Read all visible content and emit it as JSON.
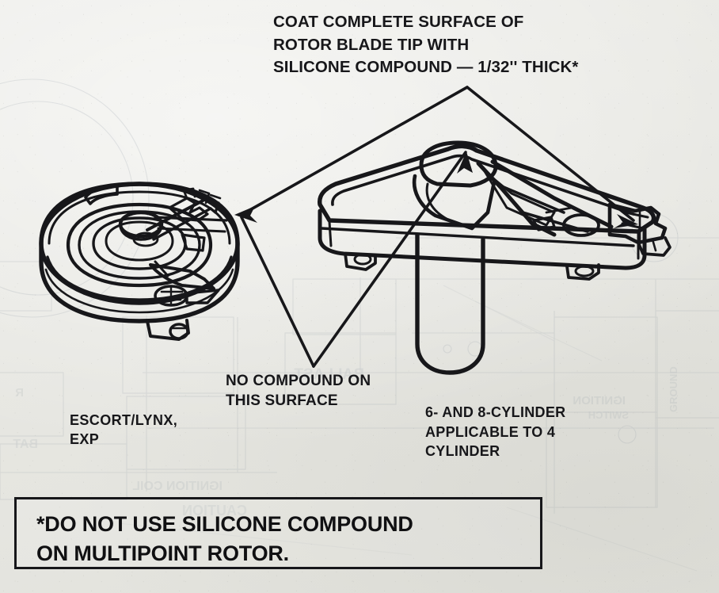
{
  "document": {
    "type": "automotive-service-manual-figure",
    "subject": "Distributor cap and rotor silicone compound application"
  },
  "title": {
    "lines": [
      "COAT COMPLETE SURFACE OF",
      "ROTOR BLADE TIP WITH",
      "SILICONE COMPOUND — 1/32'' THICK*"
    ],
    "text": "COAT COMPLETE SURFACE OF\nROTOR BLADE TIP WITH\nSILICONE COMPOUND — 1/32'' THICK*"
  },
  "callouts": [
    {
      "id": "no-compound",
      "lines": [
        "NO COMPOUND ON",
        "THIS SURFACE"
      ],
      "text": "NO COMPOUND ON\nTHIS SURFACE"
    }
  ],
  "part_labels": [
    {
      "id": "escort-lynx",
      "lines": [
        "ESCORT/LYNX,",
        "EXP"
      ],
      "text": "ESCORT/LYNX,\nEXP",
      "refers_to": "left distributor cap illustration"
    },
    {
      "id": "cylinder-applicability",
      "lines": [
        "6- AND 8-CYLINDER",
        "APPLICABLE TO 4",
        "CYLINDER"
      ],
      "text": "6- AND 8-CYLINDER\nAPPLICABLE TO 4\nCYLINDER",
      "refers_to": "right rotor illustration"
    }
  ],
  "warning": {
    "lines": [
      "*DO NOT USE SILICONE COMPOUND",
      "ON MULTIPOINT ROTOR."
    ],
    "text": "*DO NOT USE SILICONE COMPOUND\nON MULTIPOINT ROTOR."
  },
  "illustrations": [
    {
      "id": "distributor-cap",
      "name": "Escort/Lynx EXP distributor cap with rotor, top-left perspective view"
    },
    {
      "id": "rotor-assembly",
      "name": "Triangular distributor rotor with blade tip and shaft boot"
    }
  ],
  "colors": {
    "paper": "#e9e9e5",
    "ink": "#17171a",
    "ghost": "#9aa0a8"
  }
}
